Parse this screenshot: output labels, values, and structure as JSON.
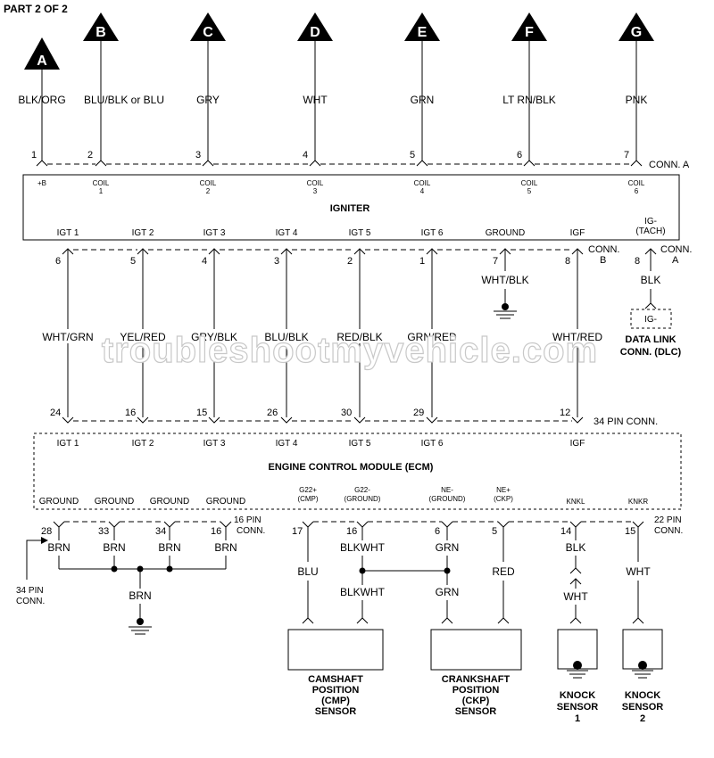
{
  "page": {
    "part_label": "PART 2 OF 2",
    "watermark": "troubleshootmyvehicle.com"
  },
  "connectors_top": [
    {
      "letter": "A",
      "wire": "BLK/ORG",
      "pin": "1",
      "term": "+B",
      "term2": ""
    },
    {
      "letter": "B",
      "wire": "BLU/BLK or BLU",
      "pin": "2",
      "term": "COIL",
      "term2": "1"
    },
    {
      "letter": "C",
      "wire": "GRY",
      "pin": "3",
      "term": "COIL",
      "term2": "2"
    },
    {
      "letter": "D",
      "wire": "WHT",
      "pin": "4",
      "term": "COIL",
      "term2": "3"
    },
    {
      "letter": "E",
      "wire": "GRN",
      "pin": "5",
      "term": "COIL",
      "term2": "4"
    },
    {
      "letter": "F",
      "wire": "LT RN/BLK",
      "pin": "6",
      "term": "COIL",
      "term2": "5"
    },
    {
      "letter": "G",
      "wire": "PNK",
      "pin": "7",
      "term": "COIL",
      "term2": "6"
    }
  ],
  "conn_a_label": "CONN. A",
  "igniter": {
    "title": "IGNITER",
    "bottom_terms": [
      "IGT 1",
      "IGT 2",
      "IGT 3",
      "IGT 4",
      "IGT 5",
      "IGT 6",
      "GROUND",
      "IGF"
    ],
    "ig_tach": [
      "IG-",
      "(TACH)"
    ]
  },
  "conn_b": {
    "pins": [
      "6",
      "5",
      "4",
      "3",
      "2",
      "1",
      "7",
      "8"
    ],
    "label": [
      "CONN.",
      "B"
    ]
  },
  "conn_a2": {
    "pin": "8",
    "label": [
      "CONN.",
      "A"
    ],
    "wire": "BLK"
  },
  "dlc": {
    "inner": "IG-",
    "label": [
      "DATA LINK",
      "CONN. (DLC)"
    ]
  },
  "igniter_wires": [
    "WHT/GRN",
    "YEL/RED",
    "GRY/BLK",
    "BLU/BLK",
    "RED/BLK",
    "GRN/RED",
    "WHT/RED"
  ],
  "ground_wire": "WHT/BLK",
  "ecm_top_pins": [
    "24",
    "16",
    "15",
    "26",
    "30",
    "29",
    "12"
  ],
  "ecm_34pin_label": "34 PIN CONN.",
  "ecm": {
    "title": "ENGINE CONTROL MODULE (ECM)",
    "top_terms": [
      "IGT 1",
      "IGT 2",
      "IGT 3",
      "IGT 4",
      "IGT 5",
      "IGT 6",
      "IGF"
    ],
    "grounds": [
      "GROUND",
      "GROUND",
      "GROUND",
      "GROUND"
    ],
    "sensor_terms": [
      [
        "G22+",
        "(CMP)"
      ],
      [
        "G22-",
        "(GROUND)"
      ],
      [
        "NE-",
        "(GROUND)"
      ],
      [
        "NE+",
        "(CKP)"
      ],
      [
        "KNKL",
        ""
      ],
      [
        "KNKR",
        ""
      ]
    ]
  },
  "ground_pins": [
    "28",
    "33",
    "34",
    "16"
  ],
  "ground_wires": [
    "BRN",
    "BRN",
    "BRN",
    "BRN"
  ],
  "ground_common_wire": "BRN",
  "pin16_label": [
    "16 PIN",
    "CONN."
  ],
  "pin34_label": [
    "34 PIN",
    "CONN."
  ],
  "sensor_pins": [
    "17",
    "16",
    "6",
    "5",
    "14",
    "15"
  ],
  "pin22_label": [
    "22 PIN",
    "CONN."
  ],
  "sensor_wires_upper": [
    "BLU",
    "BLKWHT",
    "GRN",
    "RED",
    "BLK",
    "WHT"
  ],
  "sensor_wires_lower": [
    "BLKWHT",
    "GRN",
    "WHT"
  ],
  "sensors": {
    "cmp": [
      "CAMSHAFT",
      "POSITION",
      "(CMP)",
      "SENSOR"
    ],
    "ckp": [
      "CRANKSHAFT",
      "POSITION",
      "(CKP)",
      "SENSOR"
    ],
    "knock1": [
      "KNOCK",
      "SENSOR",
      "1"
    ],
    "knock2": [
      "KNOCK",
      "SENSOR",
      "2"
    ]
  }
}
